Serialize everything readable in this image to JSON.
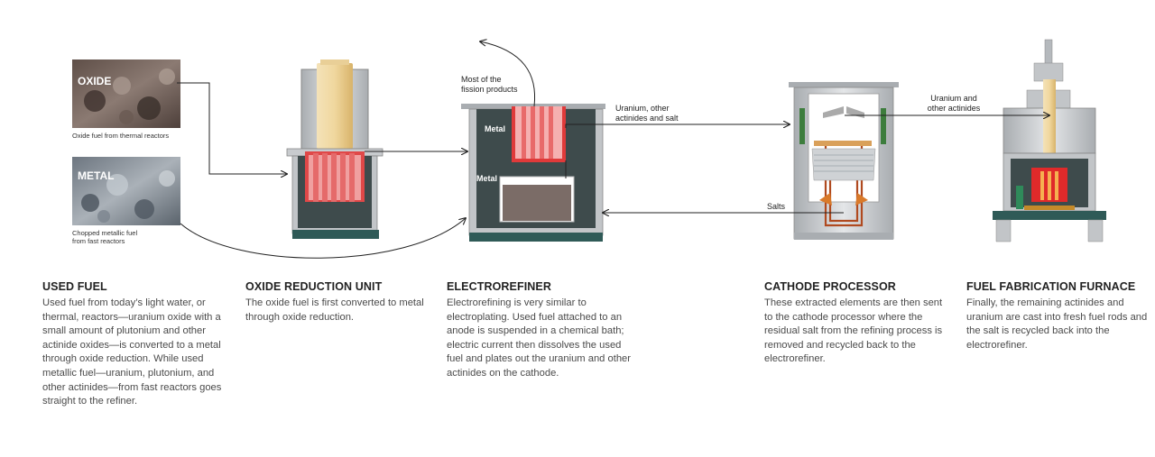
{
  "photos": {
    "oxide": {
      "label": "OXIDE",
      "caption": "Oxide fuel from thermal reactors"
    },
    "metal": {
      "label": "METAL",
      "caption": "Chopped metallic fuel\nfrom fast reactors"
    }
  },
  "annotations": {
    "fission": "Most of the\nfission products",
    "uranium_salt": "Uranium, other\nactinides and salt",
    "metal_top": "Metal",
    "metal_bottom": "Metal",
    "salts": "Salts",
    "uranium_actinides": "Uranium and\nother actinides"
  },
  "steps": [
    {
      "title": "USED FUEL",
      "text": "Used fuel from today’s light water, or thermal, reactors—uranium oxide with a small amount of plutonium and other actinide oxides—is converted to a metal through oxide reduction. While used metallic fuel—uranium, plutonium, and other actinides—from fast reactors goes straight to the refiner."
    },
    {
      "title": "OXIDE REDUCTION UNIT",
      "text": "The oxide fuel is first converted to metal through oxide reduction."
    },
    {
      "title": "ELECTROREFINER",
      "text": "Electrorefining is very similar to electroplating. Used fuel attached to an anode is suspended in a chemical bath; electric current then dissolves the used fuel and plates out the uranium and other actinides on the cathode."
    },
    {
      "title": "CATHODE PROCESSOR",
      "text": "These extracted elements are then sent to the cathode processor where the residual salt from the refining process is removed and recycled back to the electrorefiner."
    },
    {
      "title": "FUEL FABRICATION FURNACE",
      "text": "Finally, the remaining actinides and uranium are cast into fresh fuel rods and the salt is recycled back into the electrorefiner."
    }
  ],
  "colors": {
    "steel": "#c7cacd",
    "dark_teal": "#3e4b4c",
    "base_teal": "#2f5a57",
    "red": "#e03030",
    "gold": "#e8c98a",
    "green": "#3d7d3d"
  }
}
